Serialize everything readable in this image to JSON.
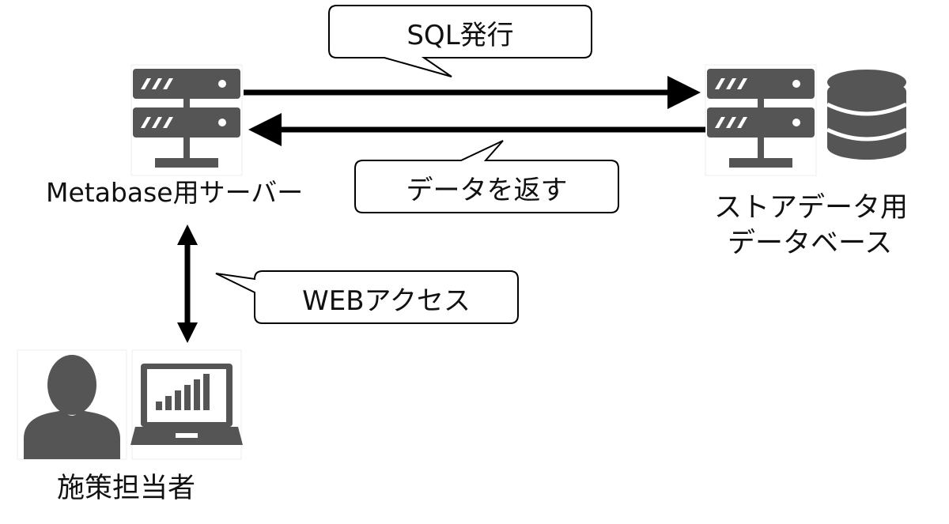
{
  "callouts": {
    "sql": "SQL発行",
    "return_data": "データを返す",
    "web_access": "WEBアクセス"
  },
  "nodes": {
    "metabase_server": "Metabase用サーバー",
    "store_db_line1": "ストアデータ用",
    "store_db_line2": "データベース",
    "person": "施策担当者"
  },
  "icons": {
    "metabase_server": "server-icon",
    "store_server": "server-icon",
    "database": "database-icon",
    "person": "person-icon",
    "laptop": "laptop-chart-icon"
  },
  "colors": {
    "icon_fill": "#555555",
    "arrow": "#000000",
    "callout_border": "#000000"
  }
}
